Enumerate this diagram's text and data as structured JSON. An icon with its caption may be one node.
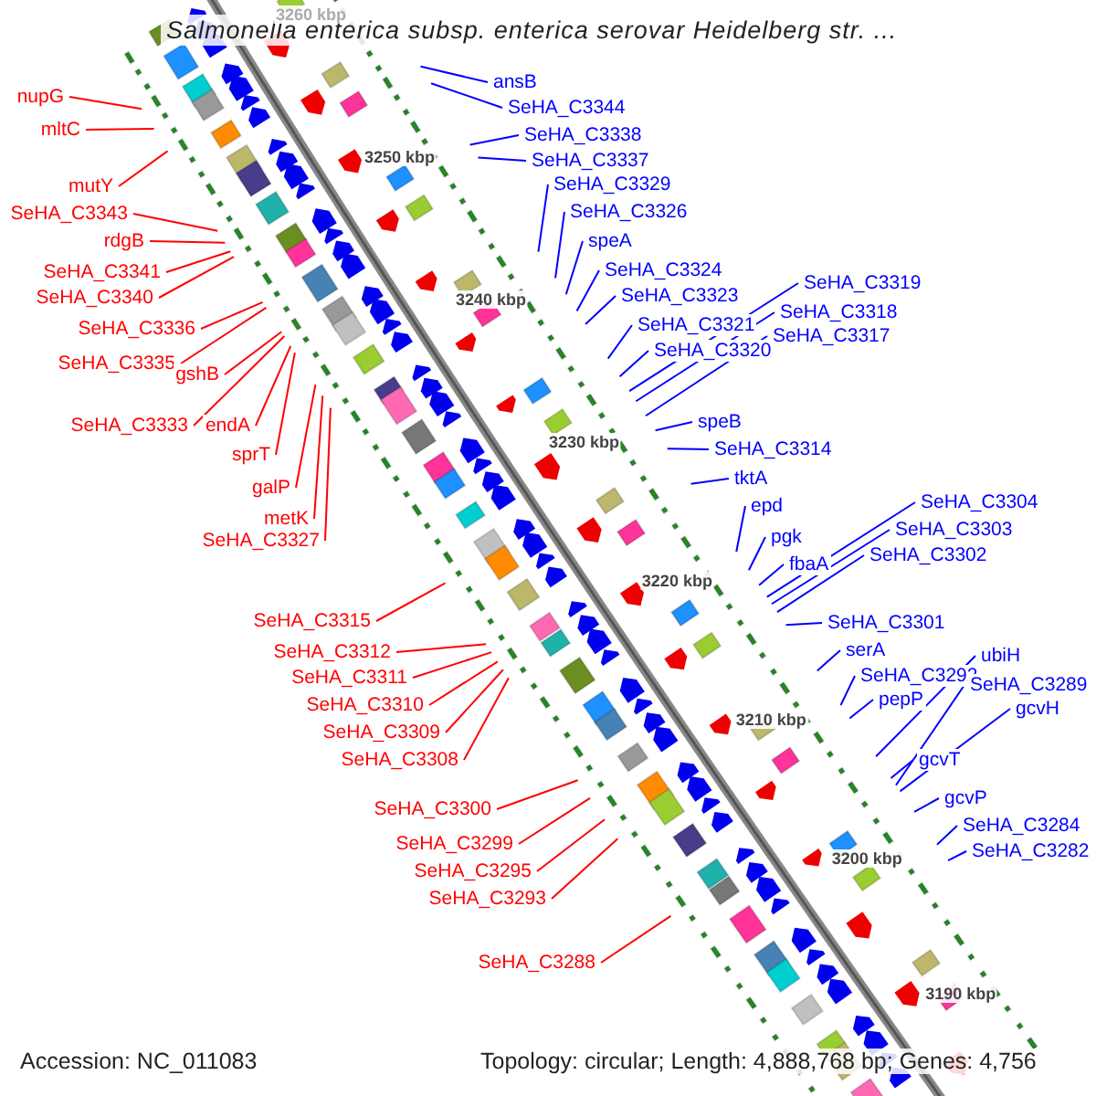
{
  "diagram": {
    "title": "Salmonella enterica subsp. enterica serovar Heidelberg str. ...",
    "nodes": [
      {
        "text": [
          "nupG"
        ]
      },
      {
        "text": [
          "mltC"
        ]
      },
      {
        "text": [
          "mutY"
        ]
      },
      {
        "text": [
          "SeHA_C3343"
        ]
      },
      {
        "text": [
          "rdgB"
        ]
      },
      {
        "text": [
          "SeHA_C3341"
        ]
      },
      {
        "text": [
          "SeHA_C3340"
        ]
      },
      {
        "text": [
          "SeHA_C3336"
        ]
      },
      {
        "text": [
          "SeHA_C3335"
        ]
      },
      {
        "text": [
          "gshB"
        ]
      },
      {
        "text": [
          "SeHA_C3333"
        ]
      },
      {
        "text": [
          "endA"
        ]
      },
      {
        "text": [
          "sprT"
        ]
      },
      {
        "text": [
          "galP"
        ]
      },
      {
        "text": [
          "metK"
        ]
      },
      {
        "text": [
          "SeHA_C3327"
        ]
      },
      {
        "text": [
          "SeHA_C3315"
        ]
      },
      {
        "text": [
          "SeHA_C3312"
        ]
      },
      {
        "text": [
          "SeHA_C3311"
        ]
      },
      {
        "text": [
          "SeHA_C3310"
        ]
      },
      {
        "text": [
          "SeHA_C3309"
        ]
      },
      {
        "text": [
          "SeHA_C3308"
        ]
      },
      {
        "text": [
          "SeHA_C3300"
        ]
      },
      {
        "text": [
          "SeHA_C3299"
        ]
      },
      {
        "text": [
          "SeHA_C3295"
        ]
      },
      {
        "text": [
          "SeHA_C3293"
        ]
      },
      {
        "text": [
          "SeHA_C3288"
        ]
      },
      {
        "text": [
          "ansB"
        ]
      },
      {
        "text": [
          "SeHA_C3344"
        ]
      },
      {
        "text": [
          "SeHA_C3338"
        ]
      },
      {
        "text": [
          "SeHA_C3337"
        ]
      },
      {
        "text": [
          "SeHA_C3329"
        ]
      },
      {
        "text": [
          "SeHA_C3326"
        ]
      },
      {
        "text": [
          "speA"
        ]
      },
      {
        "text": [
          "SeHA_C3324"
        ]
      },
      {
        "text": [
          "SeHA_C3323"
        ]
      },
      {
        "text": [
          "SeHA_C3321"
        ]
      },
      {
        "text": [
          "SeHA_C3320"
        ]
      },
      {
        "text": [
          "SeHA_C3319"
        ]
      },
      {
        "text": [
          "SeHA_C3318"
        ]
      },
      {
        "text": [
          "SeHA_C3317"
        ]
      },
      {
        "text": [
          "speB"
        ]
      },
      {
        "text": [
          "SeHA_C3314"
        ]
      },
      {
        "text": [
          "tktA"
        ]
      },
      {
        "text": [
          "epd"
        ]
      },
      {
        "text": [
          "pgk"
        ]
      },
      {
        "text": [
          "fbaA"
        ]
      },
      {
        "text": [
          "SeHA_C3304"
        ]
      },
      {
        "text": [
          "SeHA_C3303"
        ]
      },
      {
        "text": [
          "SeHA_C3302"
        ]
      },
      {
        "text": [
          "SeHA_C3301"
        ]
      },
      {
        "text": [
          "serA"
        ]
      },
      {
        "text": [
          "SeHA_C3292"
        ]
      },
      {
        "text": [
          "pepP"
        ]
      },
      {
        "text": [
          "ubiH"
        ]
      },
      {
        "text": [
          "SeHA_C3289"
        ]
      },
      {
        "text": [
          "gcvH"
        ]
      },
      {
        "text": [
          "gcvT"
        ]
      },
      {
        "text": [
          "gcvP"
        ]
      },
      {
        "text": [
          "SeHA_C3284"
        ]
      },
      {
        "text": [
          "SeHA_C3282"
        ]
      }
    ],
    "edges": [
      {
        "from": 0,
        "to": null,
        "arrow": "none",
        "color": "#ff0000"
      },
      {
        "from": 1,
        "to": null,
        "arrow": "none",
        "color": "#ff0000"
      },
      {
        "from": 2,
        "to": null,
        "arrow": "none",
        "color": "#ff0000"
      },
      {
        "from": 3,
        "to": null,
        "arrow": "none",
        "color": "#ff0000"
      },
      {
        "from": 4,
        "to": null,
        "arrow": "none",
        "color": "#ff0000"
      },
      {
        "from": 5,
        "to": null,
        "arrow": "none",
        "color": "#ff0000"
      },
      {
        "from": 6,
        "to": null,
        "arrow": "none",
        "color": "#ff0000"
      },
      {
        "from": 7,
        "to": null,
        "arrow": "none",
        "color": "#ff0000"
      },
      {
        "from": 8,
        "to": null,
        "arrow": "none",
        "color": "#ff0000"
      },
      {
        "from": 9,
        "to": null,
        "arrow": "none",
        "color": "#ff0000"
      },
      {
        "from": 10,
        "to": null,
        "arrow": "none",
        "color": "#ff0000"
      },
      {
        "from": 11,
        "to": null,
        "arrow": "none",
        "color": "#ff0000"
      },
      {
        "from": 12,
        "to": null,
        "arrow": "none",
        "color": "#ff0000"
      },
      {
        "from": 13,
        "to": null,
        "arrow": "none",
        "color": "#ff0000"
      },
      {
        "from": 14,
        "to": null,
        "arrow": "none",
        "color": "#ff0000"
      },
      {
        "from": 15,
        "to": null,
        "arrow": "none",
        "color": "#ff0000"
      },
      {
        "from": 16,
        "to": null,
        "arrow": "none",
        "color": "#ff0000"
      },
      {
        "from": 17,
        "to": null,
        "arrow": "none",
        "color": "#ff0000"
      },
      {
        "from": 18,
        "to": null,
        "arrow": "none",
        "color": "#ff0000"
      },
      {
        "from": 19,
        "to": null,
        "arrow": "none",
        "color": "#ff0000"
      },
      {
        "from": 20,
        "to": null,
        "arrow": "none",
        "color": "#ff0000"
      },
      {
        "from": 21,
        "to": null,
        "arrow": "none",
        "color": "#ff0000"
      },
      {
        "from": 22,
        "to": null,
        "arrow": "none",
        "color": "#ff0000"
      },
      {
        "from": 23,
        "to": null,
        "arrow": "none",
        "color": "#ff0000"
      },
      {
        "from": 24,
        "to": null,
        "arrow": "none",
        "color": "#ff0000"
      },
      {
        "from": 25,
        "to": null,
        "arrow": "none",
        "color": "#ff0000"
      },
      {
        "from": 26,
        "to": null,
        "arrow": "none",
        "color": "#ff0000"
      },
      {
        "from": 27,
        "to": null,
        "arrow": "none"
      },
      {
        "from": 28,
        "to": null,
        "arrow": "none"
      },
      {
        "from": 29,
        "to": null,
        "arrow": "none"
      },
      {
        "from": 30,
        "to": null,
        "arrow": "none"
      },
      {
        "from": 31,
        "to": null,
        "arrow": "none"
      },
      {
        "from": 32,
        "to": null,
        "arrow": "none"
      },
      {
        "from": 33,
        "to": null,
        "arrow": "none"
      },
      {
        "from": 34,
        "to": null,
        "arrow": "none"
      },
      {
        "from": 35,
        "to": null,
        "arrow": "none"
      },
      {
        "from": 36,
        "to": null,
        "arrow": "none"
      },
      {
        "from": 37,
        "to": null,
        "arrow": "none"
      },
      {
        "from": 38,
        "to": null,
        "arrow": "none"
      },
      {
        "from": 39,
        "to": null,
        "arrow": "none"
      },
      {
        "from": 40,
        "to": null,
        "arrow": "none"
      },
      {
        "from": 41,
        "to": null,
        "arrow": "none"
      },
      {
        "from": 42,
        "to": null,
        "arrow": "none"
      },
      {
        "from": 43,
        "to": null,
        "arrow": "none"
      },
      {
        "from": 44,
        "to": null,
        "arrow": "none"
      },
      {
        "from": 45,
        "to": null,
        "arrow": "none"
      },
      {
        "from": 46,
        "to": null,
        "arrow": "none"
      },
      {
        "from": 47,
        "to": null,
        "arrow": "none"
      },
      {
        "from": 48,
        "to": null,
        "arrow": "none"
      },
      {
        "from": 49,
        "to": null,
        "arrow": "none"
      },
      {
        "from": 50,
        "to": null,
        "arrow": "none"
      },
      {
        "from": 51,
        "to": null,
        "arrow": "none"
      },
      {
        "from": 52,
        "to": null,
        "arrow": "none"
      },
      {
        "from": 53,
        "to": null,
        "arrow": "none"
      },
      {
        "from": 54,
        "to": null,
        "arrow": "none"
      },
      {
        "from": 55,
        "to": null,
        "arrow": "none"
      },
      {
        "from": 56,
        "to": null,
        "arrow": "none"
      },
      {
        "from": 57,
        "to": null,
        "arrow": "none"
      },
      {
        "from": 58,
        "to": null,
        "arrow": "none"
      },
      {
        "from": 59,
        "to": null,
        "arrow": "none"
      },
      {
        "from": 60,
        "to": null,
        "arrow": "none"
      }
    ],
    "labels": [
      "3260 kbp",
      "3250 kbp",
      "3240 kbp",
      "3230 kbp",
      "3220 kbp",
      "3210 kbp",
      "3200 kbp",
      "3190 kbp",
      "Accession: NC_011083",
      "Topology: circular; Length: 4,888,768 bp; Genes: 4,756"
    ]
  }
}
